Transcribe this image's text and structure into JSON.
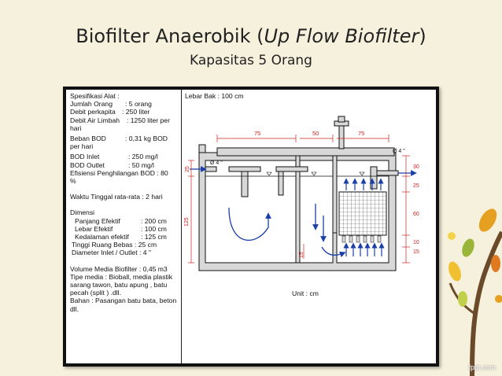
{
  "slide": {
    "title_main": "Biofilter Anaerobik (",
    "title_italic": "Up Flow Biofilter",
    "title_close": ")",
    "subtitle": "Kapasitas 5 Orang"
  },
  "spec": {
    "heading": "Spesifikasi Alat :",
    "jumlah_orang_label": "Jumlah Orang",
    "jumlah_orang_value": ": 5 orang",
    "debit_perkapita_label": "Debit perkapita",
    "debit_perkapita_value": ": 250 liter",
    "debit_air_limbah_label": "Debit Air Limbah",
    "debit_air_limbah_value": ": 1250 liter per",
    "debit_air_limbah_cont": "hari",
    "beban_bod_label": "Beban BOD",
    "beban_bod_value": ": 0,31 kg BOD",
    "beban_bod_cont": "per hari",
    "bod_inlet_label": "BOD Inlet",
    "bod_inlet_value": ": 250 mg/l",
    "bod_outlet_label": "BOD Outlet",
    "bod_outlet_value": ": 50 mg/l",
    "efisiensi": "Efisiensi Penghilangan BOD : 80",
    "efisiensi_cont": "%",
    "waktu_tinggal": "Waktu Tinggal rata-rata  : 2 hari",
    "dimensi": "Dimensi",
    "panjang_label": "Panjang Efektif",
    "panjang_value": ": 200 cm",
    "lebar_label": "Lebar Efektif",
    "lebar_value": ": 100 cm",
    "kedalaman_label": "Kedalaman efektif",
    "kedalaman_value": ": 125 cm",
    "tinggi_ruang": "Tinggi Ruang Bebas : 25 cm",
    "diameter": "Diameter Inlet / Outlet : 4 \"",
    "volume_media": "Volume Media Biofilter : 0,45 m3",
    "tipe_media": "Tipe media   : Bioball, media plastik sarang tawon, batu apung , batu pecah (split ) .dll.",
    "bahan": "Bahan  : Pasangan batu bata, beton dll."
  },
  "diagram": {
    "lebar_bak": "Lebar Bak : 100 cm",
    "unit": "Unit : cm",
    "dim_top_left": "75",
    "dim_top_mid": "50",
    "dim_top_right": "75",
    "dim_left_25": "25",
    "dim_left_125": "125",
    "dim_bottom_left": "15",
    "inlet_label": "Ø 4 \"",
    "outlet_label": "Ø 4 \"",
    "dim_right_30": "30",
    "dim_right_25": "25",
    "dim_right_60": "60",
    "dim_right_10": "10",
    "dim_right_15": "15"
  },
  "footer": {
    "brand": "fppt.com"
  },
  "colors": {
    "background": "#f6f1dc",
    "wall": "#d8d8d8",
    "arrow_blue": "#1b3fa8",
    "dim_red": "#d0211f"
  }
}
